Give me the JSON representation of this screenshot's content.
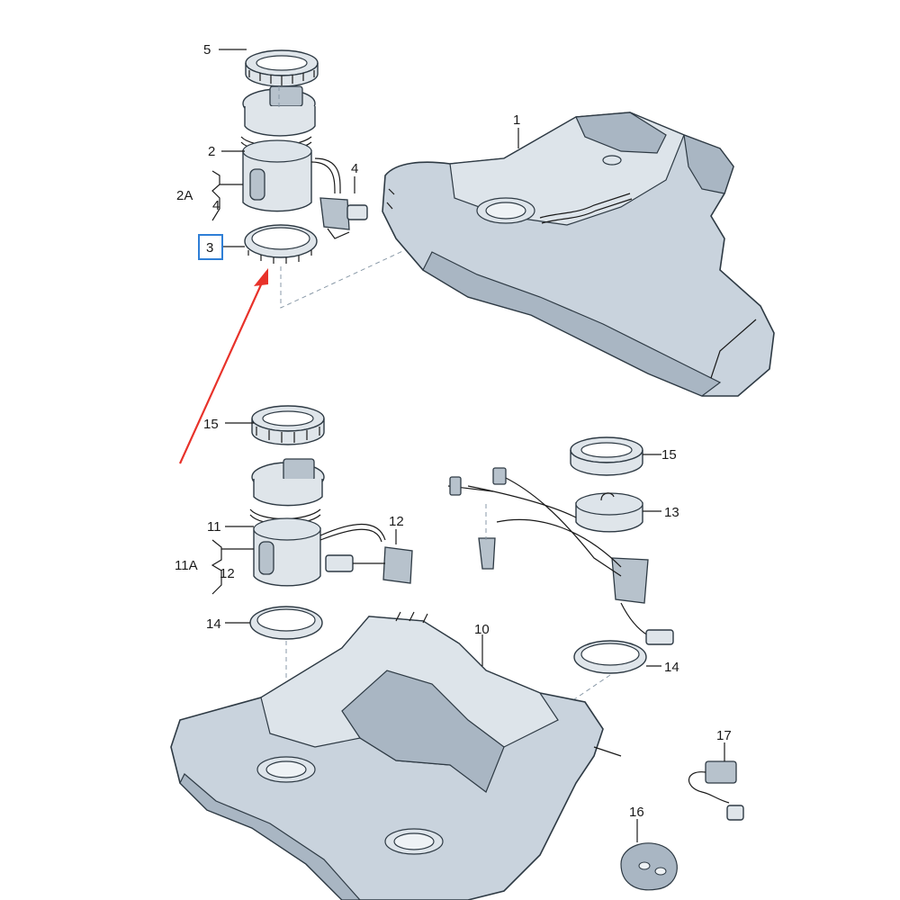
{
  "callouts": {
    "c1": "1",
    "c2": "2",
    "c2A": "2A",
    "c3": "3",
    "c4a": "4",
    "c4b": "4",
    "c5": "5",
    "c10": "10",
    "c11": "11",
    "c11A": "11A",
    "c12a": "12",
    "c12b": "12",
    "c13": "13",
    "c14a": "14",
    "c14b": "14",
    "c15a": "15",
    "c15b": "15",
    "c16": "16",
    "c17": "17"
  },
  "colors": {
    "highlight_box": "#2f7fd6",
    "arrow": "#e8322a",
    "tank_fill": "#c9d3dd",
    "outline": "#2e3a44"
  },
  "highlighted_callout": "3"
}
